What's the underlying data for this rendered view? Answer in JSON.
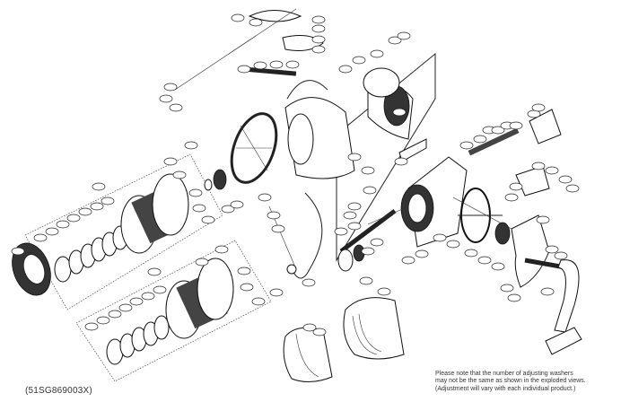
{
  "diagram": {
    "type": "exploded-view parts diagram",
    "subject": "spinning fishing reel",
    "part_code": "(51SG869003X)",
    "note_lines": [
      "Please note that the number of adjusting washers",
      "may not be the same as shown in the exploded views.",
      "(Adjustment will vary with each individual product.)"
    ],
    "groups": [
      {
        "name": "spool-assembly-1"
      },
      {
        "name": "spool-assembly-2"
      },
      {
        "name": "rotor-assembly"
      },
      {
        "name": "bail-assembly"
      },
      {
        "name": "body-gear-assembly"
      },
      {
        "name": "handle"
      },
      {
        "name": "side-covers"
      }
    ]
  }
}
